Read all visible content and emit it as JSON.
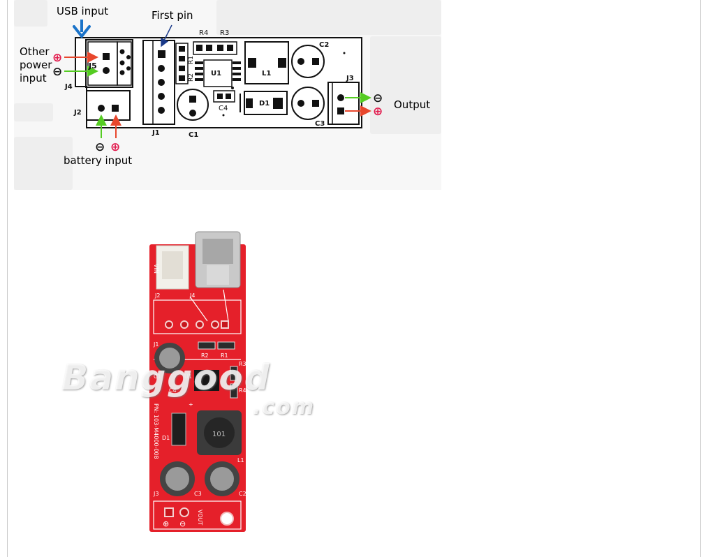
{
  "labels": {
    "usb_input": "USB input",
    "first_pin": "First pin",
    "other_power_input": "Other\npower\ninput",
    "output": "Output",
    "battery_input": "battery input"
  },
  "components": {
    "j1": "J1",
    "j2": "J2",
    "j3": "J3",
    "j4": "J4",
    "j5": "J5",
    "c1": "C1",
    "c2": "C2",
    "c3": "C3",
    "c4": "C4",
    "r1": "R1",
    "r2": "R2",
    "r3": "R3",
    "r4": "R4",
    "u1": "U1",
    "l1": "L1",
    "d1": "D1"
  },
  "symbols": {
    "plus": "⊕",
    "minus": "⊖"
  },
  "photo_text": {
    "vin": "VIN",
    "j2": "J2",
    "j4": "J4",
    "j1": "J1",
    "c1": "C1",
    "c4": "C4",
    "u1": "U1",
    "r2": "R2",
    "r1": "R1",
    "r3": "R3",
    "r4": "R4",
    "part_number": "PN: 103-M4000-008",
    "d1": "D1",
    "l1": "L1",
    "c3": "C3",
    "c2": "C2",
    "j3": "J3",
    "vout": "VOUT",
    "inductor_code": "101",
    "plus_sign": "+"
  },
  "watermark": {
    "brand": "Banggood",
    "suffix": ".com"
  },
  "colors": {
    "pcb_red": "#e5202a",
    "arrow_blue": "#1a73c9",
    "arrow_red": "#e8472d",
    "arrow_green": "#55cc22",
    "symbol_red": "#e21b4d",
    "outline": "#111111"
  }
}
